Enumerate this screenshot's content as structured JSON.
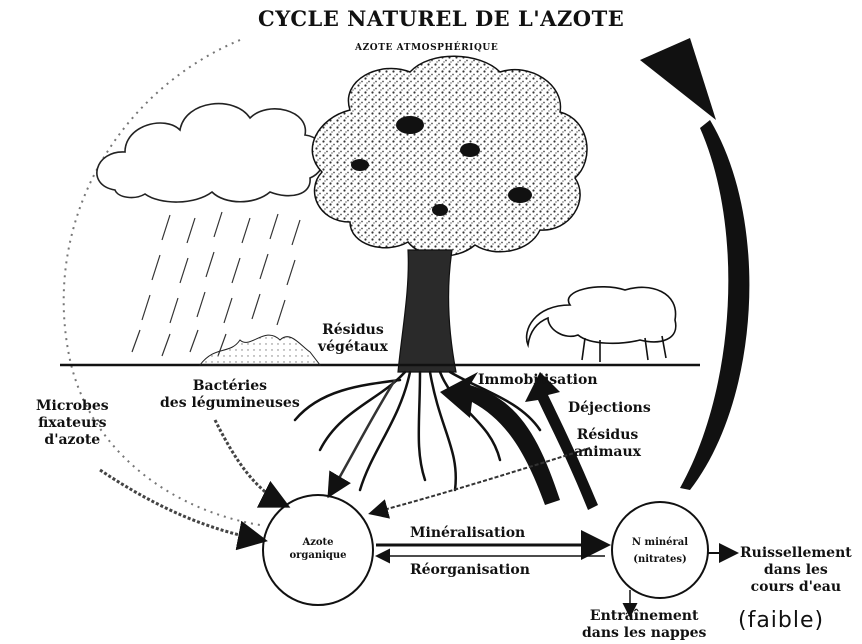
{
  "title": "CYCLE NATUREL DE L'AZOTE",
  "subtitle": "AZOTE ATMOSPHÉRIQUE",
  "labels": {
    "residus_vegetaux": [
      "Résidus",
      "végétaux"
    ],
    "bacteries": [
      "Bactéries",
      "des légumineuses"
    ],
    "microbes": [
      "Microbes",
      "fixateurs",
      "d'azote"
    ],
    "immobilisation": "Immobilisation",
    "dejections": "Déjections",
    "residus_animaux": [
      "Résidus",
      "animaux"
    ],
    "azote_organique": [
      "Azote",
      "organique"
    ],
    "mineralisation": "Minéralisation",
    "reorganisation": "Réorganisation",
    "n_mineral": [
      "N minéral",
      "(nitrates)"
    ],
    "ruissellement": [
      "Ruissellement",
      "dans les",
      "cours d'eau"
    ],
    "entrainement": [
      "Entraînement",
      "dans les nappes"
    ],
    "faible": "(faible)"
  }
}
